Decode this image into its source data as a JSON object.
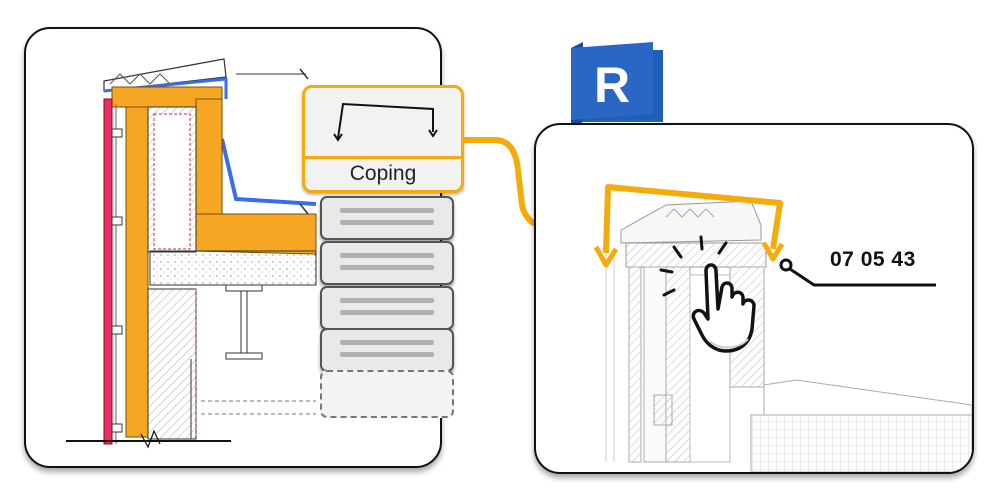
{
  "coping_card": {
    "label": "Coping"
  },
  "revit_logo": {
    "letter": "R",
    "icon": "revit-logo-icon"
  },
  "element_code": {
    "text": "07 05 43"
  },
  "icons": {
    "hand": "pointing-hand-icon",
    "arrow": "curved-arrow-icon",
    "coping_glyph": "coping-profile-icon"
  },
  "colors": {
    "accent": "#f4ab0c",
    "insulation": "#f5a623",
    "cladding": "#e6306e",
    "revit_blue": "#2a66c4"
  }
}
